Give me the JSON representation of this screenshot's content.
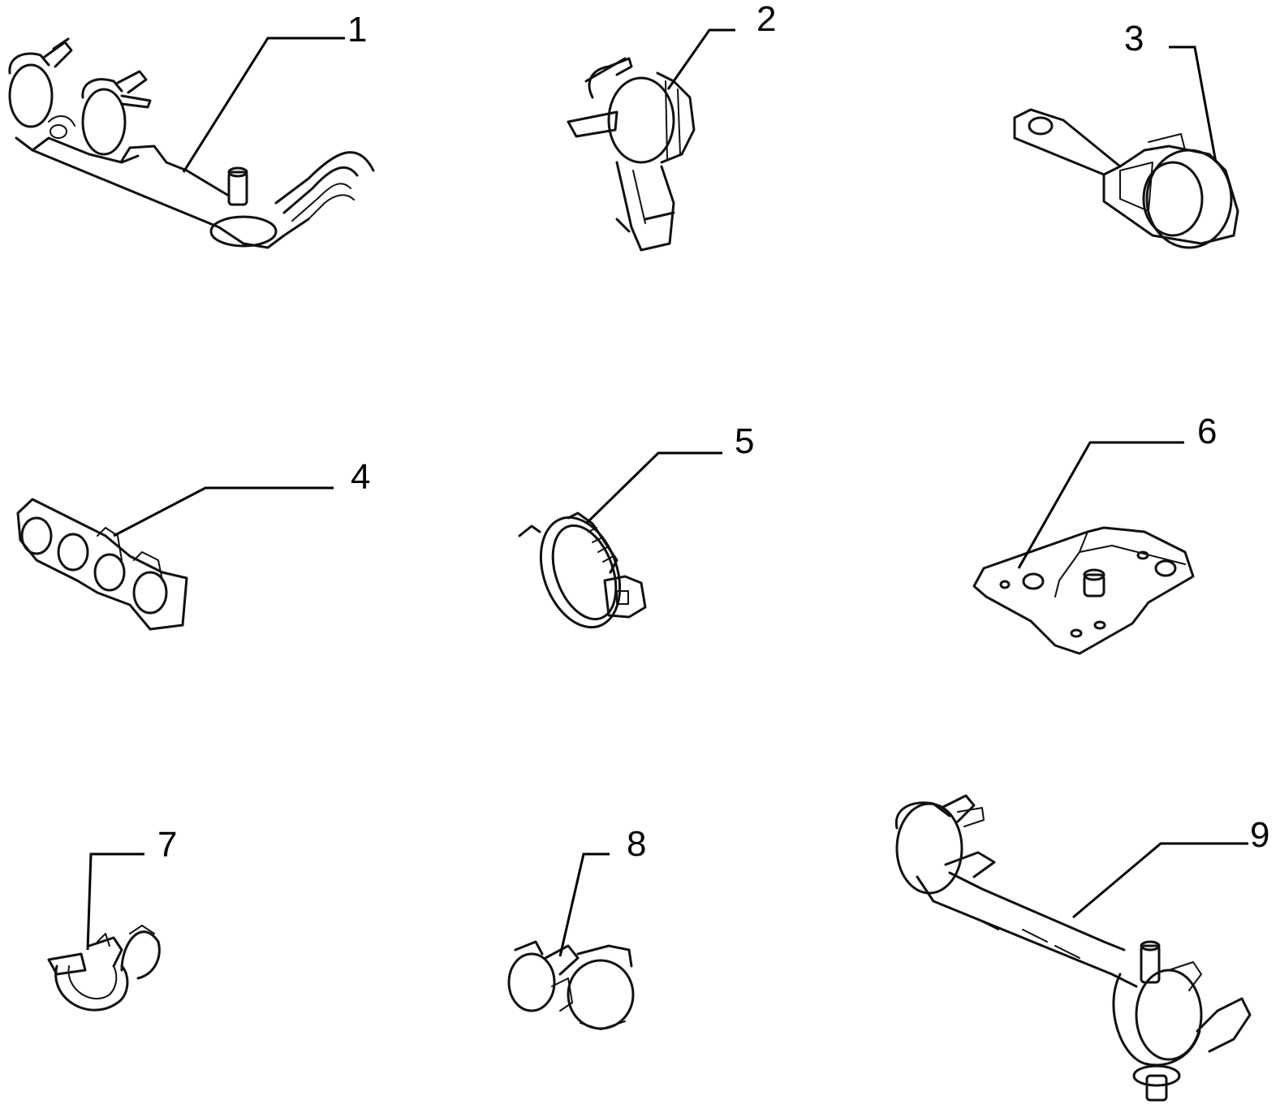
{
  "diagram": {
    "callouts": [
      {
        "id": "1",
        "label": "1"
      },
      {
        "id": "2",
        "label": "2"
      },
      {
        "id": "3",
        "label": "3"
      },
      {
        "id": "4",
        "label": "4"
      },
      {
        "id": "5",
        "label": "5"
      },
      {
        "id": "6",
        "label": "6"
      },
      {
        "id": "7",
        "label": "7"
      },
      {
        "id": "8",
        "label": "8"
      },
      {
        "id": "9",
        "label": "9"
      }
    ],
    "parts": [
      {
        "id": "1",
        "icon": "double-pipe-clip-bracket-icon"
      },
      {
        "id": "2",
        "icon": "single-pipe-clip-icon"
      },
      {
        "id": "3",
        "icon": "pipe-clip-with-eye-tab-icon"
      },
      {
        "id": "4",
        "icon": "multi-pipe-clip-icon"
      },
      {
        "id": "5",
        "icon": "hose-clamp-strap-icon"
      },
      {
        "id": "6",
        "icon": "mounting-plate-icon"
      },
      {
        "id": "7",
        "icon": "twin-open-clip-icon"
      },
      {
        "id": "8",
        "icon": "twin-pipe-clip-icon"
      },
      {
        "id": "9",
        "icon": "pipe-clip-bracket-icon"
      }
    ]
  }
}
